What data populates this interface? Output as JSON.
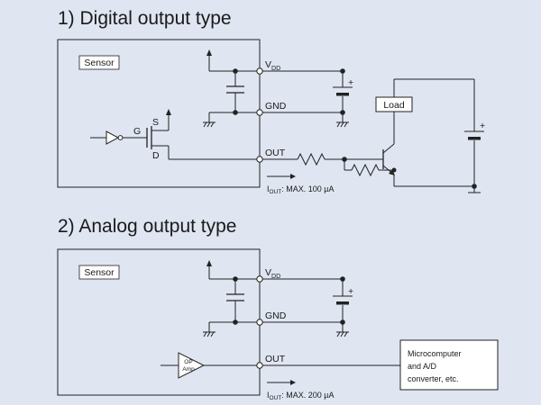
{
  "digital": {
    "title": "1) Digital output type",
    "sensor": "Sensor",
    "vdd_main": "V",
    "vdd_sub": "DD",
    "gnd": "GND",
    "out": "OUT",
    "gate": "G",
    "source": "S",
    "drain": "D",
    "load": "Load",
    "plus": "+",
    "iout_main": "I",
    "iout_sub": "OUT",
    "iout_value": ": MAX. 100 µA"
  },
  "analog": {
    "title": "2) Analog output type",
    "sensor": "Sensor",
    "vdd_main": "V",
    "vdd_sub": "DD",
    "gnd": "GND",
    "out": "OUT",
    "opamp_line1": "OP",
    "opamp_line2": "Amp",
    "plus": "+",
    "mcu_line1": "Microcomputer",
    "mcu_line2": "and A/D",
    "mcu_line3": "converter, etc.",
    "iout_main": "I",
    "iout_sub": "OUT",
    "iout_value": ": MAX. 200 µA"
  }
}
